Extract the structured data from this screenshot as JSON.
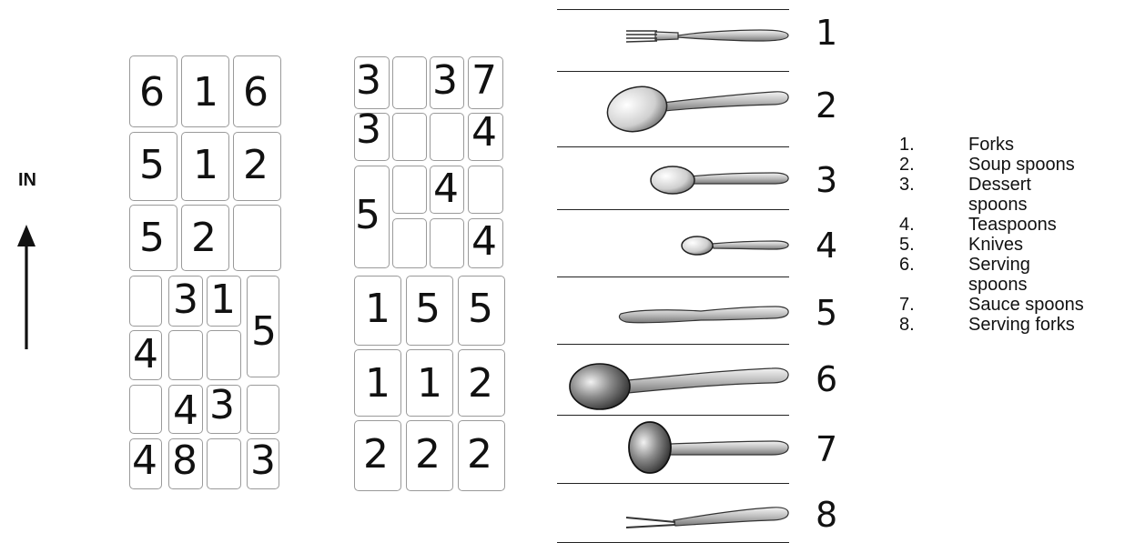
{
  "direction_label": "IN",
  "grid_a": [
    "6",
    "1",
    "6",
    "5",
    "1",
    "2",
    "5",
    "2",
    "3",
    "1",
    "5",
    "4",
    "4",
    "3",
    "4",
    "8",
    "3"
  ],
  "grid_b": [
    "3",
    "3",
    "7",
    "3",
    "4",
    "5",
    "4",
    "4",
    "1",
    "5",
    "5",
    "1",
    "1",
    "2",
    "2",
    "2",
    "2"
  ],
  "utensil_numbers": [
    "1",
    "2",
    "3",
    "4",
    "5",
    "6",
    "7",
    "8"
  ],
  "legend": [
    {
      "num": "1.",
      "text": "Forks"
    },
    {
      "num": "2.",
      "text": "Soup spoons"
    },
    {
      "num": "3.",
      "text": "Dessert",
      "text2": "spoons"
    },
    {
      "num": "4.",
      "text": "Teaspoons"
    },
    {
      "num": "5.",
      "text": "Knives"
    },
    {
      "num": "6.",
      "text": "Serving",
      "text2": "spoons"
    },
    {
      "num": "7.",
      "text": "Sauce spoons"
    },
    {
      "num": "8.",
      "text": "Serving forks"
    }
  ],
  "icons": [
    "arrow-up-icon",
    "fork-icon",
    "soup-spoon-icon",
    "dessert-spoon-icon",
    "teaspoon-icon",
    "knife-icon",
    "serving-spoon-icon",
    "sauce-spoon-icon",
    "serving-fork-icon"
  ]
}
